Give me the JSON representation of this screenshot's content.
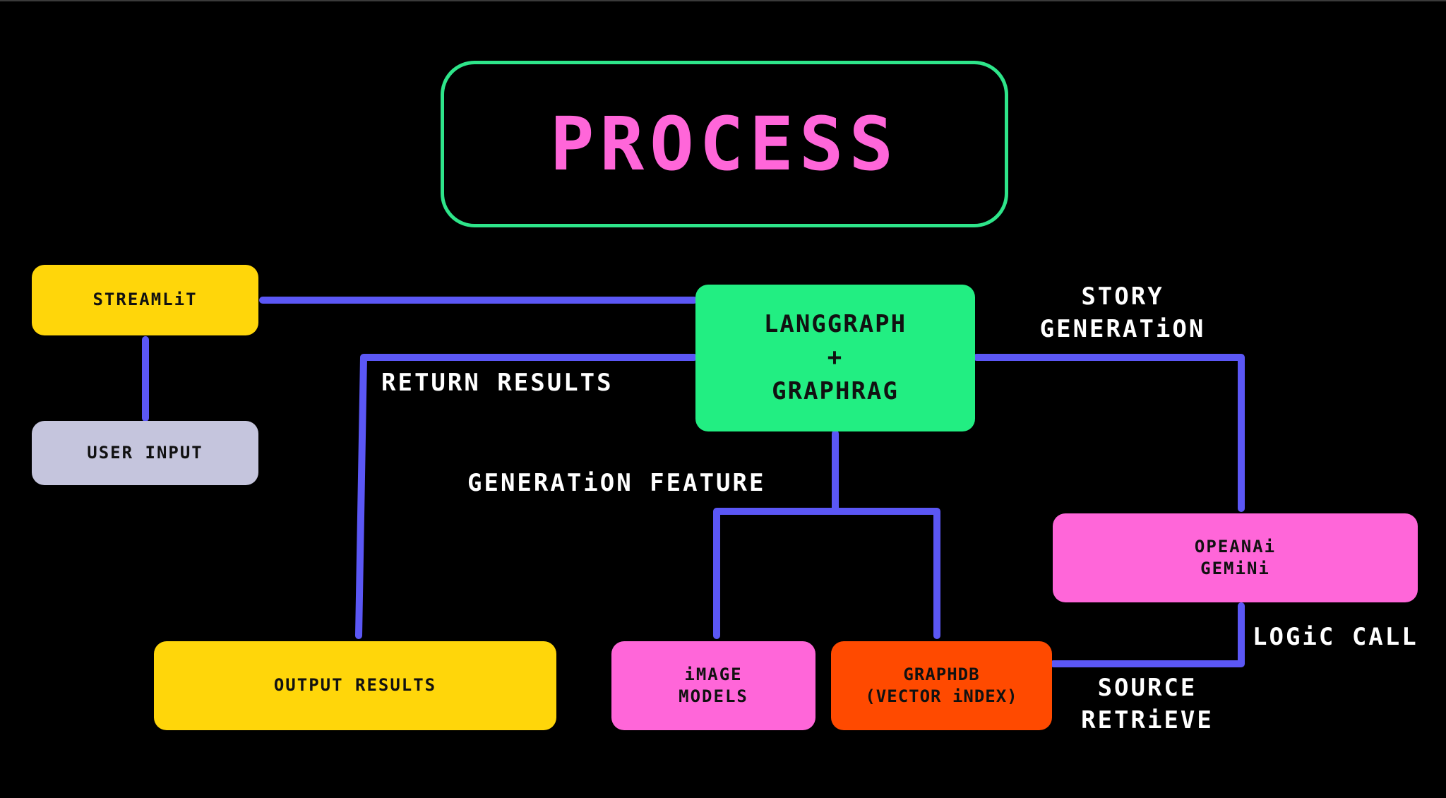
{
  "colors": {
    "background": "#000000",
    "connector": "#5b57f5",
    "title_frame": "#2ee58a",
    "title_text": "#ff66d9",
    "yellow": "#ffd60a",
    "lavender": "#c5c5dd",
    "green": "#22ee82",
    "pink": "#ff66d9",
    "orange": "#ff4a00",
    "label_text": "#ffffff"
  },
  "title": "PROCESS",
  "nodes": {
    "streamlit": "STREAMLiT",
    "user_input": "USER INPUT",
    "langgraph": {
      "line1": "LANGGRAPH",
      "line2": "+",
      "line3": "GRAPHRAG"
    },
    "openai_gemini": {
      "line1": "OPEANAi",
      "line2": "GEMiNi"
    },
    "output_results": "OUTPUT RESULTS",
    "image_models": {
      "line1": "iMAGE",
      "line2": "MODELS"
    },
    "graphdb": {
      "line1": "GRAPHDB",
      "line2": "(VECTOR iNDEX)"
    }
  },
  "labels": {
    "story_generation": {
      "line1": "STORY",
      "line2": "GENERATiON"
    },
    "return_results": "RETURN RESULTS",
    "generation_feature": "GENERATiON FEATURE",
    "logic_call": "LOGiC CALL",
    "source_retrieve": {
      "line1": "SOURCE",
      "line2": "RETRiEVE"
    }
  }
}
